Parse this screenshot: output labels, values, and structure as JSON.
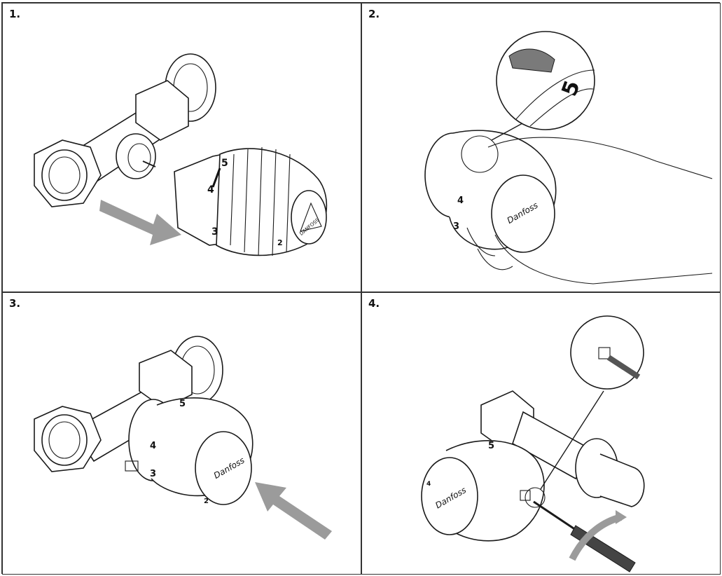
{
  "panels": [
    {
      "step": "1.",
      "dial": [
        "2",
        "3",
        "4",
        "5"
      ],
      "brand": "DANFOSS"
    },
    {
      "step": "2.",
      "zoom_label": "5",
      "dial": [
        "3",
        "4",
        "5"
      ],
      "brand": "Danfoss"
    },
    {
      "step": "3.",
      "dial": [
        "2",
        "3",
        "4",
        "5"
      ],
      "brand": "Danfoss"
    },
    {
      "step": "4.",
      "dial": [
        "4",
        "5"
      ],
      "brand": "Danfoss"
    }
  ],
  "colors": {
    "arrow": "#9b9b9b",
    "line": "#1a1a1a",
    "border": "#333333",
    "knob_cap": "#7a7a7a"
  },
  "icons": [
    "push-arrow-icon",
    "magnifier-callout-icon",
    "screwdriver-icon",
    "rotate-arrow-icon"
  ]
}
